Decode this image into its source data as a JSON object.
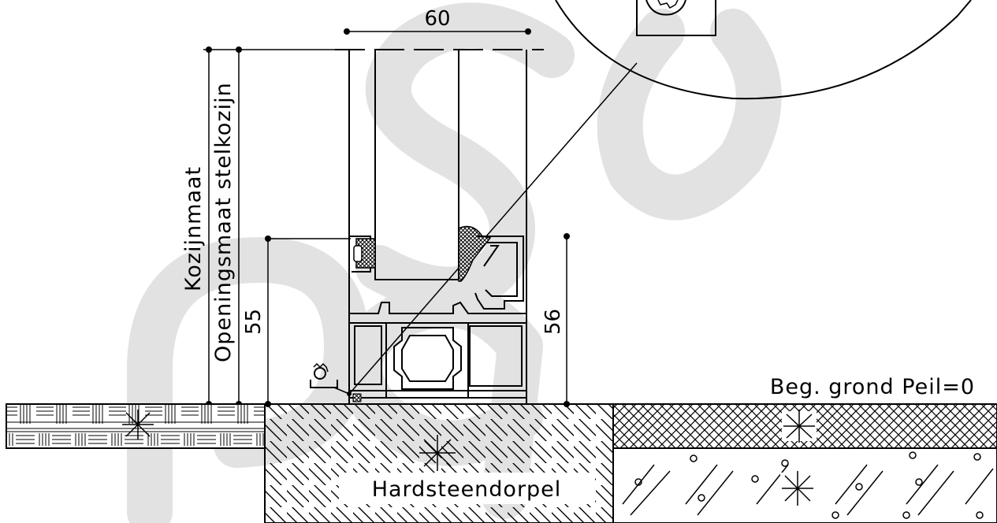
{
  "drawing": {
    "dimensions": {
      "width_top": "60",
      "left_height": "55",
      "right_height": "56"
    },
    "labels": {
      "kozijnmaat": "Kozijnmaat",
      "openingsmaat": "Openingsmaat stelkozijn",
      "grond": "Beg. grond Peil=0",
      "dorpel": "Hardsteendorpel"
    },
    "colors": {
      "line": "#000000",
      "background": "#ffffff",
      "watermark": "#d8d8d8"
    }
  }
}
